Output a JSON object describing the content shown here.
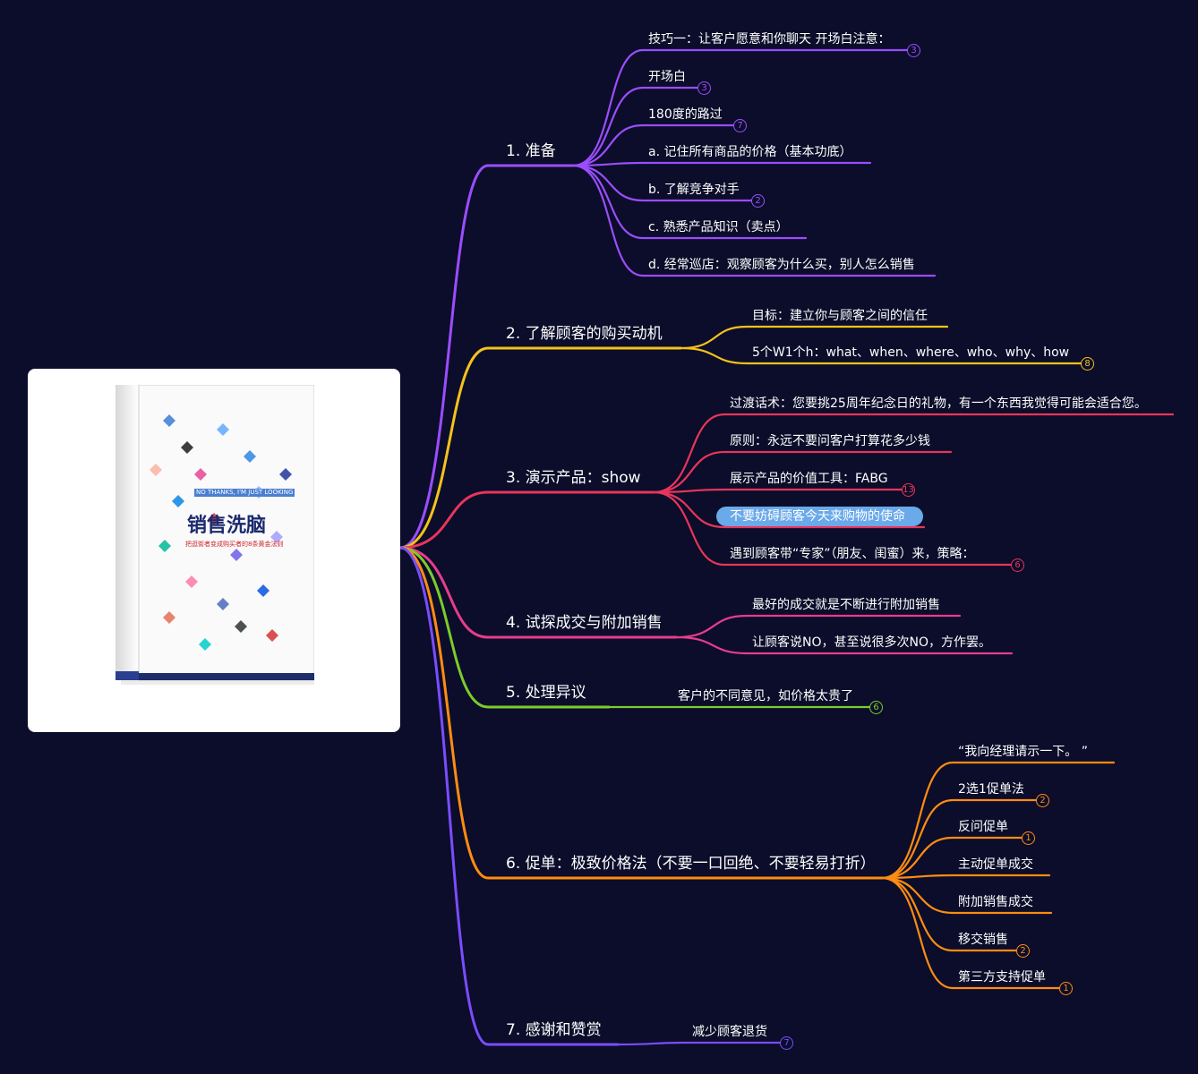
{
  "root": {
    "image_alt": "销售洗脑 book cover",
    "cover": {
      "title": "销售洗脑",
      "english_title": "NO THANKS, I'M JUST LOOKING",
      "subtitle": "把逛街者变成购买者的8条黄金法则"
    }
  },
  "colors": {
    "background": "#0b0d2a",
    "branch1": "#9b4dff",
    "branch2": "#f5c21b",
    "branch3": "#e8355a",
    "branch4": "#e83c8c",
    "branch5": "#7ccc2a",
    "branch6": "#ff8c12",
    "branch7": "#7a4dff",
    "highlight_pill": "#6aa9ea"
  },
  "branches": [
    {
      "label": "1. 准备",
      "children": [
        {
          "label": "技巧一：让客户愿意和你聊天 开场白注意：",
          "badge": "3"
        },
        {
          "label": "开场白",
          "badge": "3"
        },
        {
          "label": "180度的路过",
          "badge": "7"
        },
        {
          "label": "a. 记住所有商品的价格（基本功底）",
          "badge": ""
        },
        {
          "label": "b. 了解竞争对手",
          "badge": "2"
        },
        {
          "label": "c. 熟悉产品知识（卖点）",
          "badge": ""
        },
        {
          "label": "d. 经常巡店：观察顾客为什么买，别人怎么销售",
          "badge": ""
        }
      ]
    },
    {
      "label": "2. 了解顾客的购买动机",
      "children": [
        {
          "label": "目标：建立你与顾客之间的信任",
          "badge": ""
        },
        {
          "label": "5个W1个h：what、when、where、who、why、how",
          "badge": "8"
        }
      ]
    },
    {
      "label": "3. 演示产品：show",
      "children": [
        {
          "label": "过渡话术：您要挑25周年纪念日的礼物，有一个东西我觉得可能会适合您。",
          "badge": ""
        },
        {
          "label": "原则：永远不要问客户打算花多少钱",
          "badge": ""
        },
        {
          "label": "展示产品的价值工具：FABG",
          "badge": "13"
        },
        {
          "label": "不要妨碍顾客今天来购物的使命",
          "badge": ""
        },
        {
          "label": "遇到顾客带“专家”（朋友、闺蜜）来，策略：",
          "badge": "6"
        }
      ]
    },
    {
      "label": "4. 试探成交与附加销售",
      "children": [
        {
          "label": "最好的成交就是不断进行附加销售",
          "badge": ""
        },
        {
          "label": "让顾客说NO，甚至说很多次NO，方作罢。",
          "badge": ""
        }
      ]
    },
    {
      "label": "5. 处理异议",
      "children": [
        {
          "label": "客户的不同意见，如价格太贵了",
          "badge": "6"
        }
      ]
    },
    {
      "label": "6. 促单：极致价格法（不要一口回绝、不要轻易打折）",
      "children": [
        {
          "label": "“我向经理请示一下。 ”",
          "badge": ""
        },
        {
          "label": "2选1促单法",
          "badge": "2"
        },
        {
          "label": "反问促单",
          "badge": "1"
        },
        {
          "label": "主动促单成交",
          "badge": ""
        },
        {
          "label": "附加销售成交",
          "badge": ""
        },
        {
          "label": "移交销售",
          "badge": "2"
        },
        {
          "label": "第三方支持促单",
          "badge": "1"
        }
      ]
    },
    {
      "label": "7. 感谢和赞赏",
      "children": [
        {
          "label": "减少顾客退货",
          "badge": "7"
        }
      ]
    }
  ]
}
